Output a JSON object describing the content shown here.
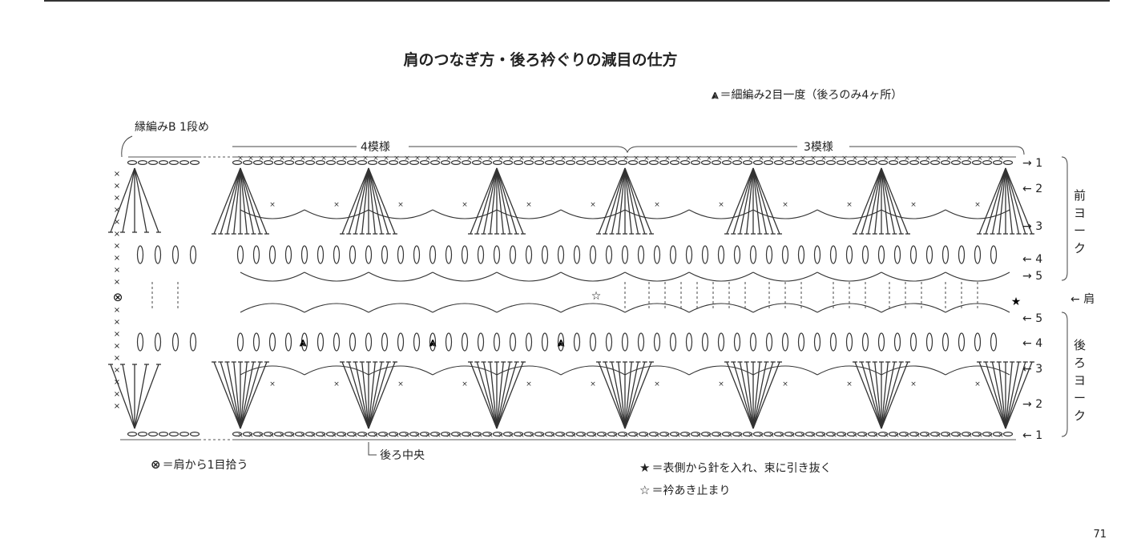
{
  "title": "肩のつなぎ方・後ろ衿ぐりの減目の仕方",
  "legend_top": {
    "symbol": "⩓",
    "text": "＝細編み2目一度（後ろのみ4ヶ所）"
  },
  "label_border": "縁編みB 1段め",
  "repeat_left": "4模様",
  "repeat_right": "3模様",
  "front_yoke": {
    "label_lines": [
      "前",
      "ヨ",
      "ー",
      "ク"
    ],
    "rows": [
      {
        "arrow": "→",
        "num": "1"
      },
      {
        "arrow": "←",
        "num": "2"
      },
      {
        "arrow": "→",
        "num": "3"
      },
      {
        "arrow": "←",
        "num": "4"
      },
      {
        "arrow": "→",
        "num": "5"
      }
    ]
  },
  "shoulder": {
    "arrow": "←",
    "label": "肩"
  },
  "back_yoke": {
    "label_lines": [
      "後",
      "ろ",
      "ヨ",
      "ー",
      "ク"
    ],
    "rows": [
      {
        "arrow": "←",
        "num": "5"
      },
      {
        "arrow": "←",
        "num": "4"
      },
      {
        "arrow": "←",
        "num": "3"
      },
      {
        "arrow": "→",
        "num": "2"
      },
      {
        "arrow": "←",
        "num": "1"
      }
    ]
  },
  "back_center": "後ろ中央",
  "legend_pickup": {
    "symbol": "⊗",
    "text": "＝肩から1目拾う"
  },
  "legend_star_filled": {
    "symbol": "★",
    "text": "＝表側から針を入れ、束に引き抜く"
  },
  "legend_star_open": {
    "symbol": "☆",
    "text": "＝衿あき止まり"
  },
  "page_number": "71"
}
